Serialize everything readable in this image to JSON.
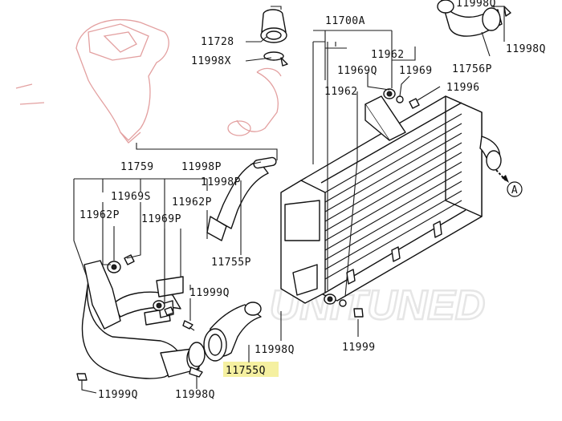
{
  "diagram": {
    "parts": [
      {
        "id": "p1",
        "number": "11998Q"
      },
      {
        "id": "p2",
        "number": "11700A"
      },
      {
        "id": "p3",
        "number": "11998Q"
      },
      {
        "id": "p4",
        "number": "11728"
      },
      {
        "id": "p5",
        "number": "11998X"
      },
      {
        "id": "p6",
        "number": "11962"
      },
      {
        "id": "p7",
        "number": "11969Q"
      },
      {
        "id": "p8",
        "number": "11969"
      },
      {
        "id": "p9",
        "number": "11756P"
      },
      {
        "id": "p10",
        "number": "11962"
      },
      {
        "id": "p11",
        "number": "11996"
      },
      {
        "id": "p12",
        "number": "11759"
      },
      {
        "id": "p13",
        "number": "11998P"
      },
      {
        "id": "p14",
        "number": "11998P"
      },
      {
        "id": "p15",
        "number": "11969S"
      },
      {
        "id": "p16",
        "number": "11962P"
      },
      {
        "id": "p17",
        "number": "11962P"
      },
      {
        "id": "p18",
        "number": "11969P"
      },
      {
        "id": "p19",
        "number": "11755P"
      },
      {
        "id": "p20",
        "number": "11999Q"
      },
      {
        "id": "p21",
        "number": "11998Q"
      },
      {
        "id": "p22",
        "number": "11999"
      },
      {
        "id": "p23",
        "number": "11755Q"
      },
      {
        "id": "p24",
        "number": "11999Q"
      },
      {
        "id": "p25",
        "number": "11998Q"
      }
    ],
    "arrow_ref": "A",
    "highlighted_part": "11755Q",
    "watermark": "UNITUNED",
    "colors": {
      "highlight": "#f5f0a0",
      "ghost": "#e3a0a0",
      "watermark": "#e8e8e8",
      "line": "#111111"
    }
  }
}
